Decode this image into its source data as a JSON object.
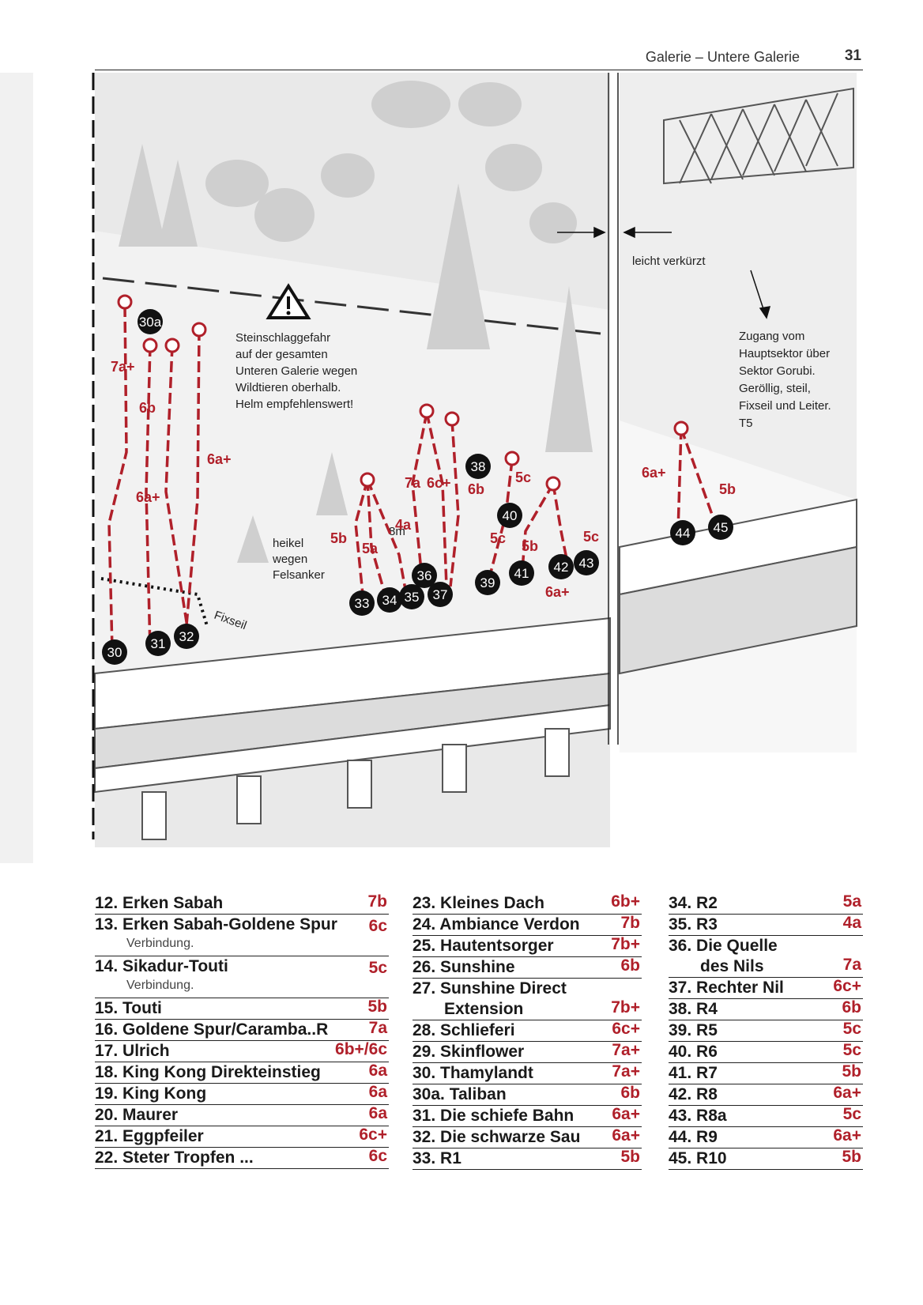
{
  "header": {
    "section": "Galerie – Untere Galerie",
    "page": "31"
  },
  "topo": {
    "warning": [
      "Steinschlaggefahr",
      "auf der gesamten",
      "Unteren Galerie wegen",
      "Wildtieren oberhalb.",
      "Helm empfehlenswert!"
    ],
    "heikel": [
      "heikel",
      "wegen",
      "Felsanker"
    ],
    "fixseil": "Fixseil",
    "height8m": "8m",
    "verkuerzt": "leicht verkürzt",
    "zugang": [
      "Zugang vom",
      "Hauptsektor über",
      "Sektor Gorubi.",
      "Geröllig, steil,",
      "Fixseil und Leiter.",
      "T5"
    ],
    "numbers": [
      "30",
      "31",
      "32",
      "30a",
      "33",
      "34",
      "35",
      "36",
      "37",
      "38",
      "39",
      "40",
      "41",
      "42",
      "43",
      "44",
      "45"
    ],
    "grades": [
      "7a+",
      "6b",
      "6a+",
      "6a+",
      "5b",
      "5a",
      "4a",
      "7a",
      "6c+",
      "6b",
      "5c",
      "5c",
      "5c",
      "5b",
      "5c",
      "6a+",
      "6a+",
      "5b"
    ]
  },
  "legend": {
    "col1": [
      {
        "name": "12. Erken Sabah",
        "grade": "7b"
      },
      {
        "name": "13. Erken Sabah-Goldene Spur",
        "grade": "6c",
        "sub": "Verbindung."
      },
      {
        "name": "14. Sikadur-Touti",
        "grade": "5c",
        "sub": "Verbindung."
      },
      {
        "name": "15. Touti",
        "grade": "5b"
      },
      {
        "name": "16. Goldene Spur/Caramba..R",
        "grade": "7a"
      },
      {
        "name": "17. Ulrich",
        "grade": "6b+/6c"
      },
      {
        "name": "18. King Kong Direkteinstieg",
        "grade": "6a"
      },
      {
        "name": "19. King Kong",
        "grade": "6a"
      },
      {
        "name": "20. Maurer",
        "grade": "6a"
      },
      {
        "name": "21. Eggpfeiler",
        "grade": "6c+"
      },
      {
        "name": "22. Steter Tropfen ...",
        "grade": "6c"
      }
    ],
    "col2": [
      {
        "name": "23. Kleines Dach",
        "grade": "6b+"
      },
      {
        "name": "24. Ambiance Verdon",
        "grade": "7b"
      },
      {
        "name": "25. Hautentsorger",
        "grade": "7b+"
      },
      {
        "name": "26. Sunshine",
        "grade": "6b"
      },
      {
        "name": "27. Sunshine Direct",
        "name2": "Extension",
        "grade": "7b+"
      },
      {
        "name": "28. Schlieferi",
        "grade": "6c+"
      },
      {
        "name": "29. Skinflower",
        "grade": "7a+"
      },
      {
        "name": "30. Thamylandt",
        "grade": "7a+"
      },
      {
        "name": "30a. Taliban",
        "grade": "6b"
      },
      {
        "name": "31. Die schiefe Bahn",
        "grade": "6a+"
      },
      {
        "name": "32. Die schwarze Sau",
        "grade": "6a+"
      },
      {
        "name": "33. R1",
        "grade": "5b"
      }
    ],
    "col3": [
      {
        "name": "34. R2",
        "grade": "5a"
      },
      {
        "name": "35. R3",
        "grade": "4a"
      },
      {
        "name": "36. Die Quelle",
        "name2": "des Nils",
        "grade": "7a"
      },
      {
        "name": "37. Rechter Nil",
        "grade": "6c+"
      },
      {
        "name": "38. R4",
        "grade": "6b"
      },
      {
        "name": "39. R5",
        "grade": "5c"
      },
      {
        "name": "40. R6",
        "grade": "5c"
      },
      {
        "name": "41. R7",
        "grade": "5b"
      },
      {
        "name": "42. R8",
        "grade": "6a+"
      },
      {
        "name": "43. R8a",
        "grade": "5c"
      },
      {
        "name": "44. R9",
        "grade": "6a+"
      },
      {
        "name": "45. R10",
        "grade": "5b"
      }
    ]
  }
}
